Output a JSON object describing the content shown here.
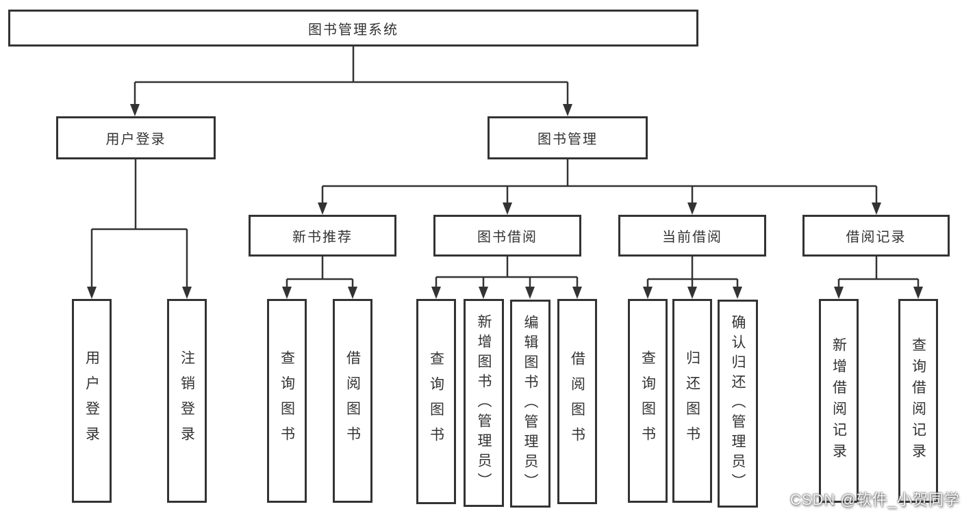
{
  "tree": {
    "label": "图书管理系统",
    "children": [
      {
        "label": "用户登录",
        "children": [
          {
            "label": "用户登录"
          },
          {
            "label": "注销登录"
          }
        ]
      },
      {
        "label": "图书管理",
        "children": [
          {
            "label": "新书推荐",
            "children": [
              {
                "label": "查询图书"
              },
              {
                "label": "借阅图书"
              }
            ]
          },
          {
            "label": "图书借阅",
            "children": [
              {
                "label": "查询图书"
              },
              {
                "label": "新增图书（管理员）"
              },
              {
                "label": "编辑图书（管理员）"
              },
              {
                "label": "借阅图书"
              }
            ]
          },
          {
            "label": "当前借阅",
            "children": [
              {
                "label": "查询图书"
              },
              {
                "label": "归还图书"
              },
              {
                "label": "确认归还（管理员）"
              }
            ]
          },
          {
            "label": "借阅记录",
            "children": [
              {
                "label": "新增借阅记录"
              },
              {
                "label": "查询借阅记录"
              }
            ]
          }
        ]
      }
    ]
  },
  "watermark": {
    "text": "CSDN @软件_小贺同学"
  },
  "colors": {
    "line": "#333333",
    "box_border": "#333333",
    "text": "#333333",
    "background": "#ffffff",
    "watermark_text": "#ffffff"
  }
}
